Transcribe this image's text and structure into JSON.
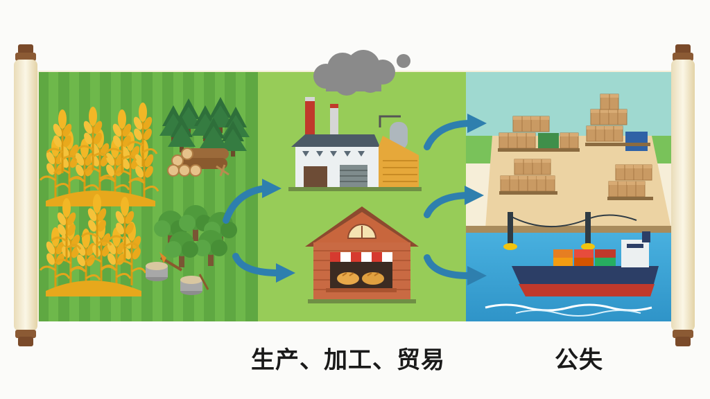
{
  "captions": {
    "left": "生产、加工、贸易",
    "right": "公失"
  },
  "panels": [
    {
      "name": "raw-materials",
      "icons": [
        "wheat-icon",
        "pine-forest-icon",
        "log-pile-icon",
        "orchard-icon",
        "tree-stump-icon"
      ]
    },
    {
      "name": "processing",
      "icons": [
        "factory-icon",
        "smoke-cloud-icon",
        "bakery-icon",
        "bread-icon"
      ]
    },
    {
      "name": "trade",
      "icons": [
        "cardboard-box-icon",
        "pallet-icon",
        "dock-icon",
        "cargo-ship-icon"
      ]
    }
  ],
  "arrows": [
    "arrow-to-factory",
    "arrow-to-bakery",
    "arrow-to-warehouse-upper",
    "arrow-to-warehouse-lower",
    "arrow-to-port"
  ],
  "colors": {
    "field_dark": "#5fa842",
    "field_light": "#8ccb56",
    "factory_bg": "#97cc58",
    "sky": "#9fd9d0",
    "sand": "#ecd3a3",
    "sea": "#3ea7d9",
    "arrow": "#2e7fae",
    "wheat": "#f2b726",
    "scroll_paper": "#f6eed8",
    "scroll_wood": "#7a4a2a"
  }
}
